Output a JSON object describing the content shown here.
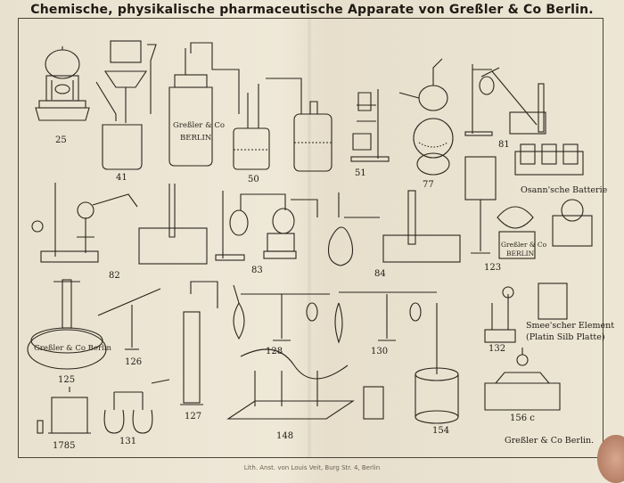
{
  "title": "Chemische, physikalische pharmaceutische Apparate von Greßler & Co Berlin.",
  "figures": [
    "25",
    "41",
    "50",
    "51",
    "77",
    "81",
    "82",
    "83",
    "84",
    "123",
    "125",
    "126",
    "127",
    "128",
    "130",
    "131",
    "132",
    "148",
    "154",
    "1785",
    "156 c"
  ],
  "captions": {
    "osann": "Osann'sche Batterie",
    "smee1": "Smee'scher Element",
    "smee2": "(Platin Silb Platte)",
    "maker_bottom": "Greßler & Co Berlin."
  },
  "engravings": {
    "bottle_line1": "Greßler & Co",
    "bottle_line2": "BERLIN.",
    "pump_base": "Greßler & Co Berlin",
    "jar_badge_line1": "Greßler & Co",
    "jar_badge_line2": "BERLIN"
  },
  "footer": "Lith. Anst. von Louis Veit, Burg Str. 4, Berlin"
}
